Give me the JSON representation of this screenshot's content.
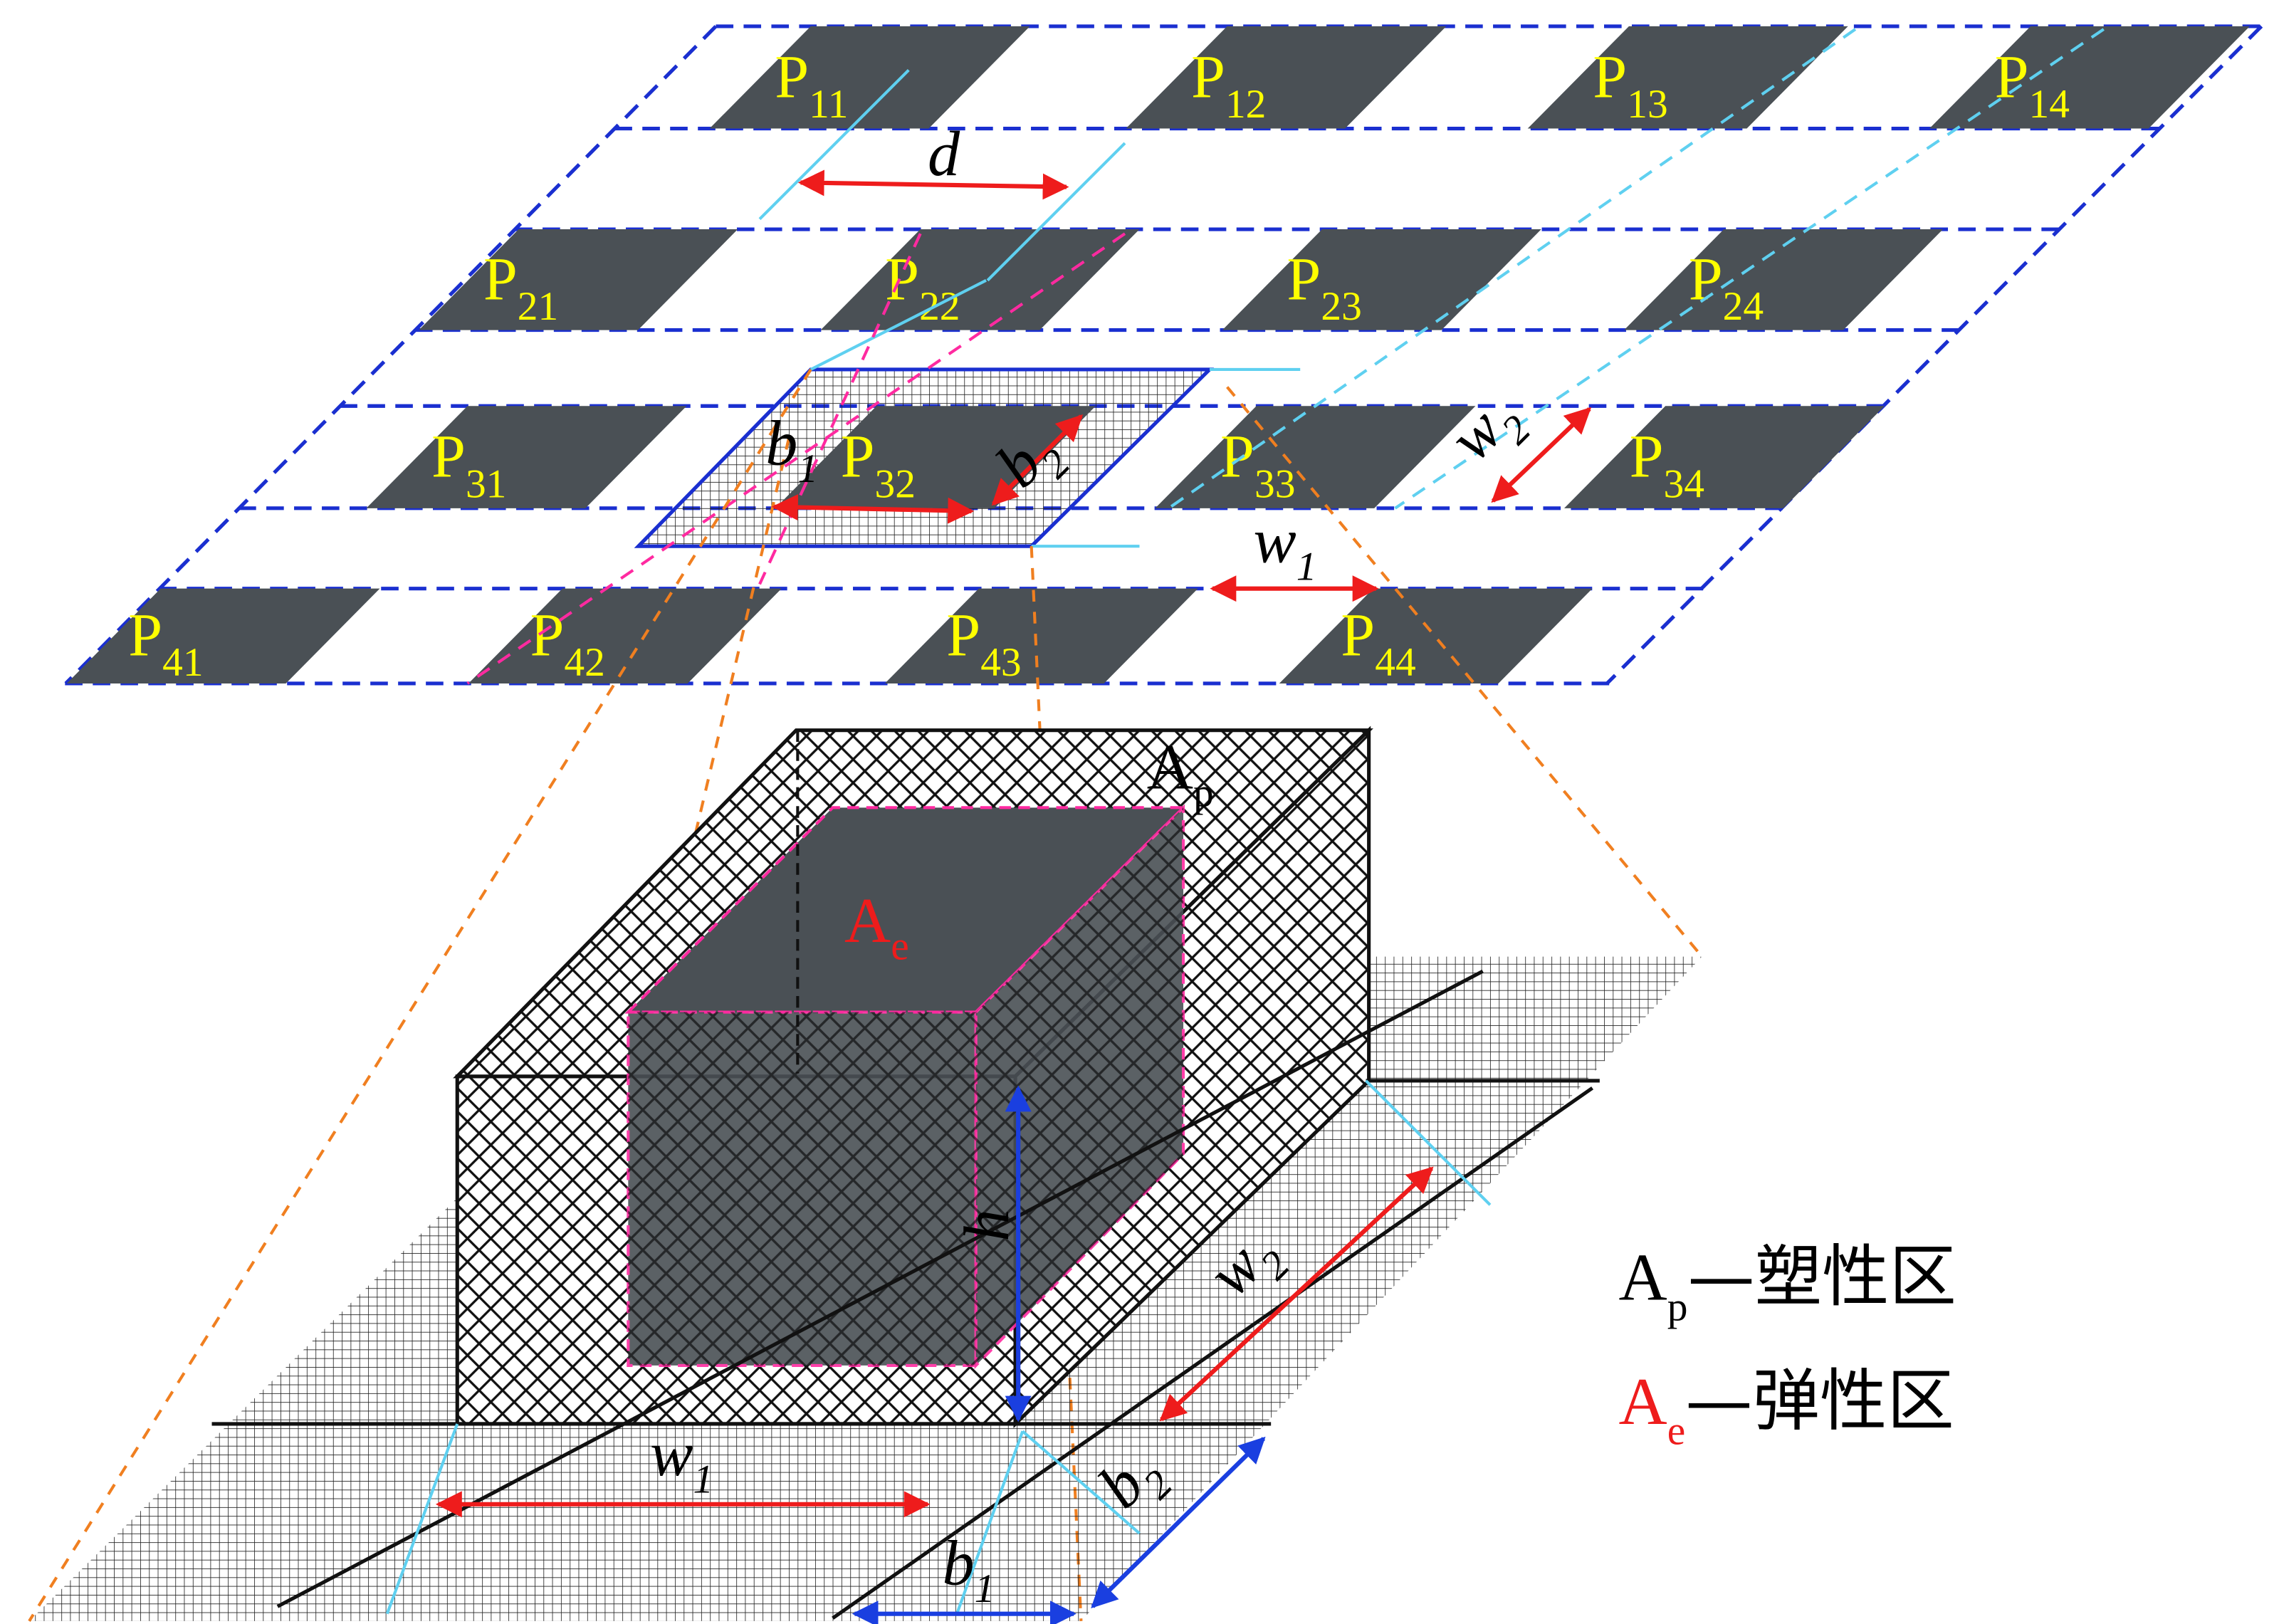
{
  "pads": [
    {
      "id": "P11",
      "main": "P",
      "sub": "11"
    },
    {
      "id": "P12",
      "main": "P",
      "sub": "12"
    },
    {
      "id": "P13",
      "main": "P",
      "sub": "13"
    },
    {
      "id": "P14",
      "main": "P",
      "sub": "14"
    },
    {
      "id": "P21",
      "main": "P",
      "sub": "21"
    },
    {
      "id": "P22",
      "main": "P",
      "sub": "22"
    },
    {
      "id": "P23",
      "main": "P",
      "sub": "23"
    },
    {
      "id": "P24",
      "main": "P",
      "sub": "24"
    },
    {
      "id": "P31",
      "main": "P",
      "sub": "31"
    },
    {
      "id": "P32",
      "main": "P",
      "sub": "32"
    },
    {
      "id": "P33",
      "main": "P",
      "sub": "33"
    },
    {
      "id": "P34",
      "main": "P",
      "sub": "34"
    },
    {
      "id": "P41",
      "main": "P",
      "sub": "41"
    },
    {
      "id": "P42",
      "main": "P",
      "sub": "42"
    },
    {
      "id": "P43",
      "main": "P",
      "sub": "43"
    },
    {
      "id": "P44",
      "main": "P",
      "sub": "44"
    }
  ],
  "dims": {
    "d": "d",
    "w1": {
      "main": "w",
      "sub": "1"
    },
    "w2": {
      "main": "w",
      "sub": "2"
    },
    "b1": {
      "main": "b",
      "sub": "1"
    },
    "b2": {
      "main": "b",
      "sub": "2"
    },
    "h": "h"
  },
  "zones": {
    "ap": {
      "main": "A",
      "sub": "p"
    },
    "ae": {
      "main": "A",
      "sub": "e"
    }
  },
  "legend": [
    {
      "main": "A",
      "sub": "p",
      "text": "—塑性区",
      "color": "#000000"
    },
    {
      "main": "A",
      "sub": "e",
      "text": "—弹性区",
      "color": "#ff0000"
    }
  ],
  "colors": {
    "pad": "#4a5055",
    "grid": "#1a2fd0",
    "cyan": "#5fd0f0",
    "magenta": "#ff2aa0",
    "orange": "#f07f20",
    "arrow": "#ee1c1c",
    "padText": "#ffff00"
  }
}
